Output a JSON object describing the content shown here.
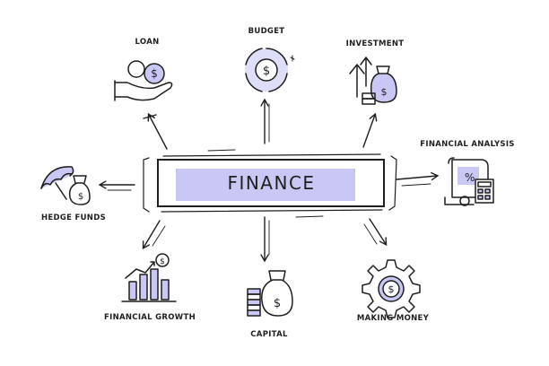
{
  "center": {
    "title": "FINANCE"
  },
  "nodes": [
    {
      "id": "loan",
      "label": "LOAN",
      "icon": "hand-coins-icon"
    },
    {
      "id": "budget",
      "label": "BUDGET",
      "icon": "donut-budget-icon"
    },
    {
      "id": "investment",
      "label": "INVESTMENT",
      "icon": "money-bags-growth-icon"
    },
    {
      "id": "financial-analysis",
      "label": "FINANCIAL ANALYSIS",
      "icon": "document-calculator-icon"
    },
    {
      "id": "hedge-funds",
      "label": "HEDGE FUNDS",
      "icon": "umbrella-money-bag-icon"
    },
    {
      "id": "financial-growth",
      "label": "FINANCIAL GROWTH",
      "icon": "bar-chart-coin-icon"
    },
    {
      "id": "capital",
      "label": "CAPITAL",
      "icon": "coin-stacks-bag-icon"
    },
    {
      "id": "making-money",
      "label": "MAKING MONEY",
      "icon": "gear-dollar-icon"
    }
  ],
  "colors": {
    "ink": "#1f1f1f",
    "accent": "#c9c8f5"
  }
}
